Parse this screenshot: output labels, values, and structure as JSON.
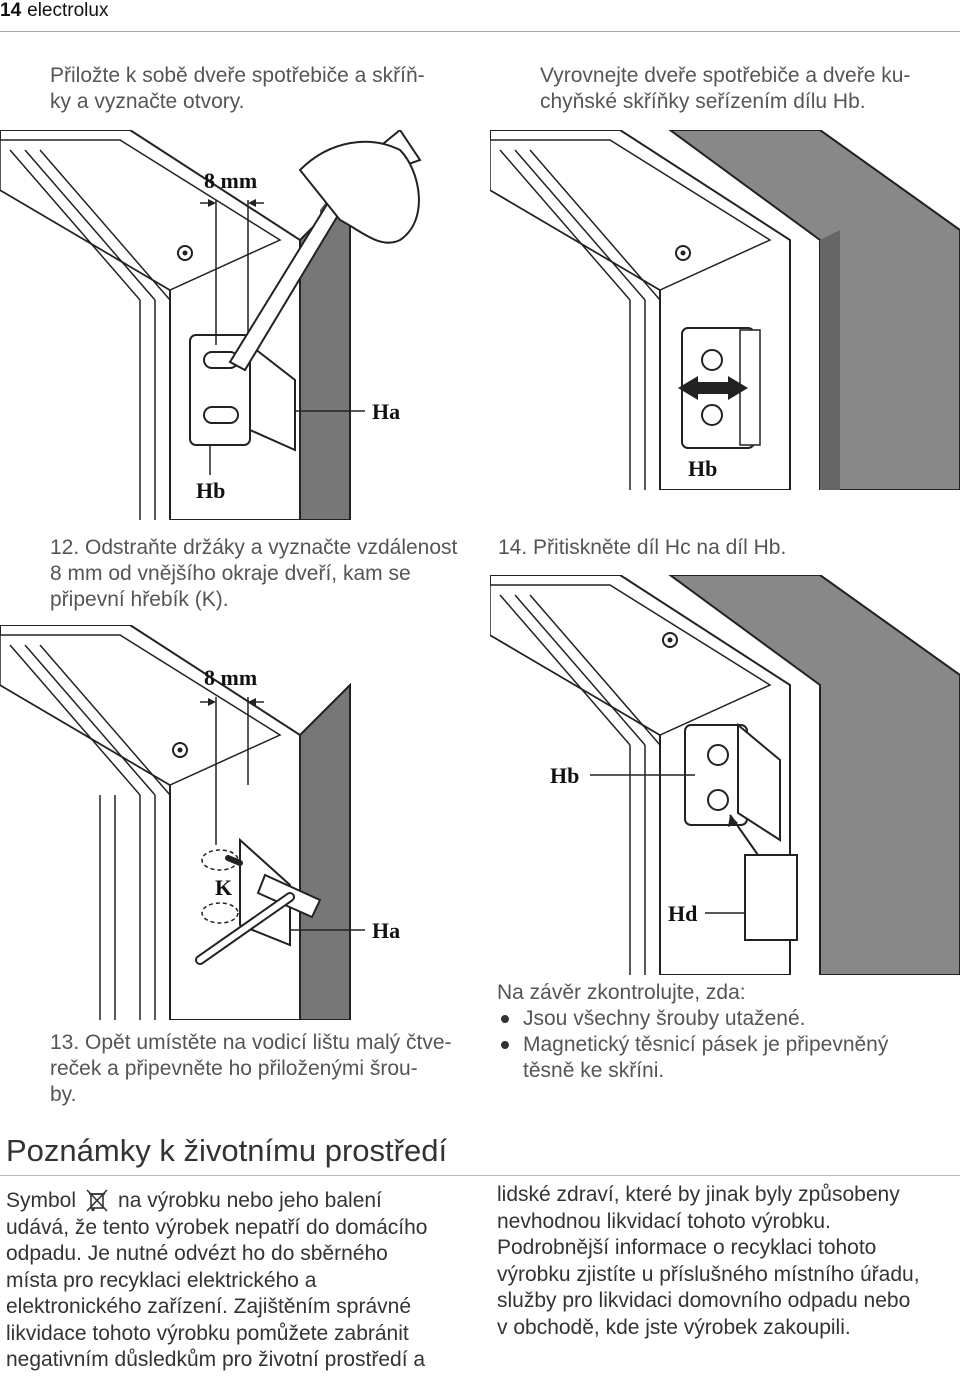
{
  "header": {
    "page_number": "14",
    "brand": "electrolux"
  },
  "step_top_left": {
    "text": "Přiložte k sobě dveře spotřebiče a skříň-\nky a vyznačte otvory."
  },
  "step_top_right": {
    "text": "Vyrovnejte dveře spotřebiče a dveře ku-\nchyňské skříňky seřízením dílu Hb."
  },
  "figure1": {
    "dim_label": "8 mm",
    "label_ha": "Ha",
    "label_hb": "Hb"
  },
  "figure2": {
    "label_hb": "Hb"
  },
  "step12": {
    "text": "12. Odstraňte držáky a vyznačte vzdálenost\n8 mm od vnějšího okraje dveří, kam se\npřipevní hřebík (K)."
  },
  "step14": {
    "text": "14. Přitiskněte díl Hc na díl Hb."
  },
  "figure3": {
    "dim_label": "8 mm",
    "label_k": "K",
    "label_ha": "Ha"
  },
  "figure4": {
    "label_hb": "Hb",
    "label_hd": "Hd"
  },
  "step13": {
    "text": "13. Opět umístěte na vodicí lištu malý čtve-\nreček a připevněte ho přiloženými šrou-\nby."
  },
  "final_check": {
    "intro": "Na závěr zkontrolujte, zda:",
    "items": [
      "Jsou všechny šrouby utažené.",
      "Magnetický těsnicí pásek je připevněný\ntěsně ke skříni."
    ]
  },
  "environment": {
    "title": "Poznámky k životnímu prostředí",
    "left_before_icon": "Symbol",
    "left_after_icon": "na výrobku nebo jeho balení\nudává, že tento výrobek nepatří do domácího\nodpadu. Je nutné odvézt ho do sběrného\nmísta pro recyklaci elektrického a\nelektronického zařízení. Zajištěním správné\nlikvidace tohoto výrobku pomůžete zabránit\nnegativním důsledkům pro životní prostředí a",
    "right": "lidské zdraví, které by jinak byly způsobeny\nnevhodnou likvidací tohoto výrobku.\nPodrobnější informace o recyklaci tohoto\nvýrobku zjistíte u příslušného místního úřadu,\nslužby pro likvidaci domovního odpadu nebo\nv obchodě, kde jste výrobek zakoupili.",
    "icon": "crossed-out-wheelie-bin-icon"
  }
}
